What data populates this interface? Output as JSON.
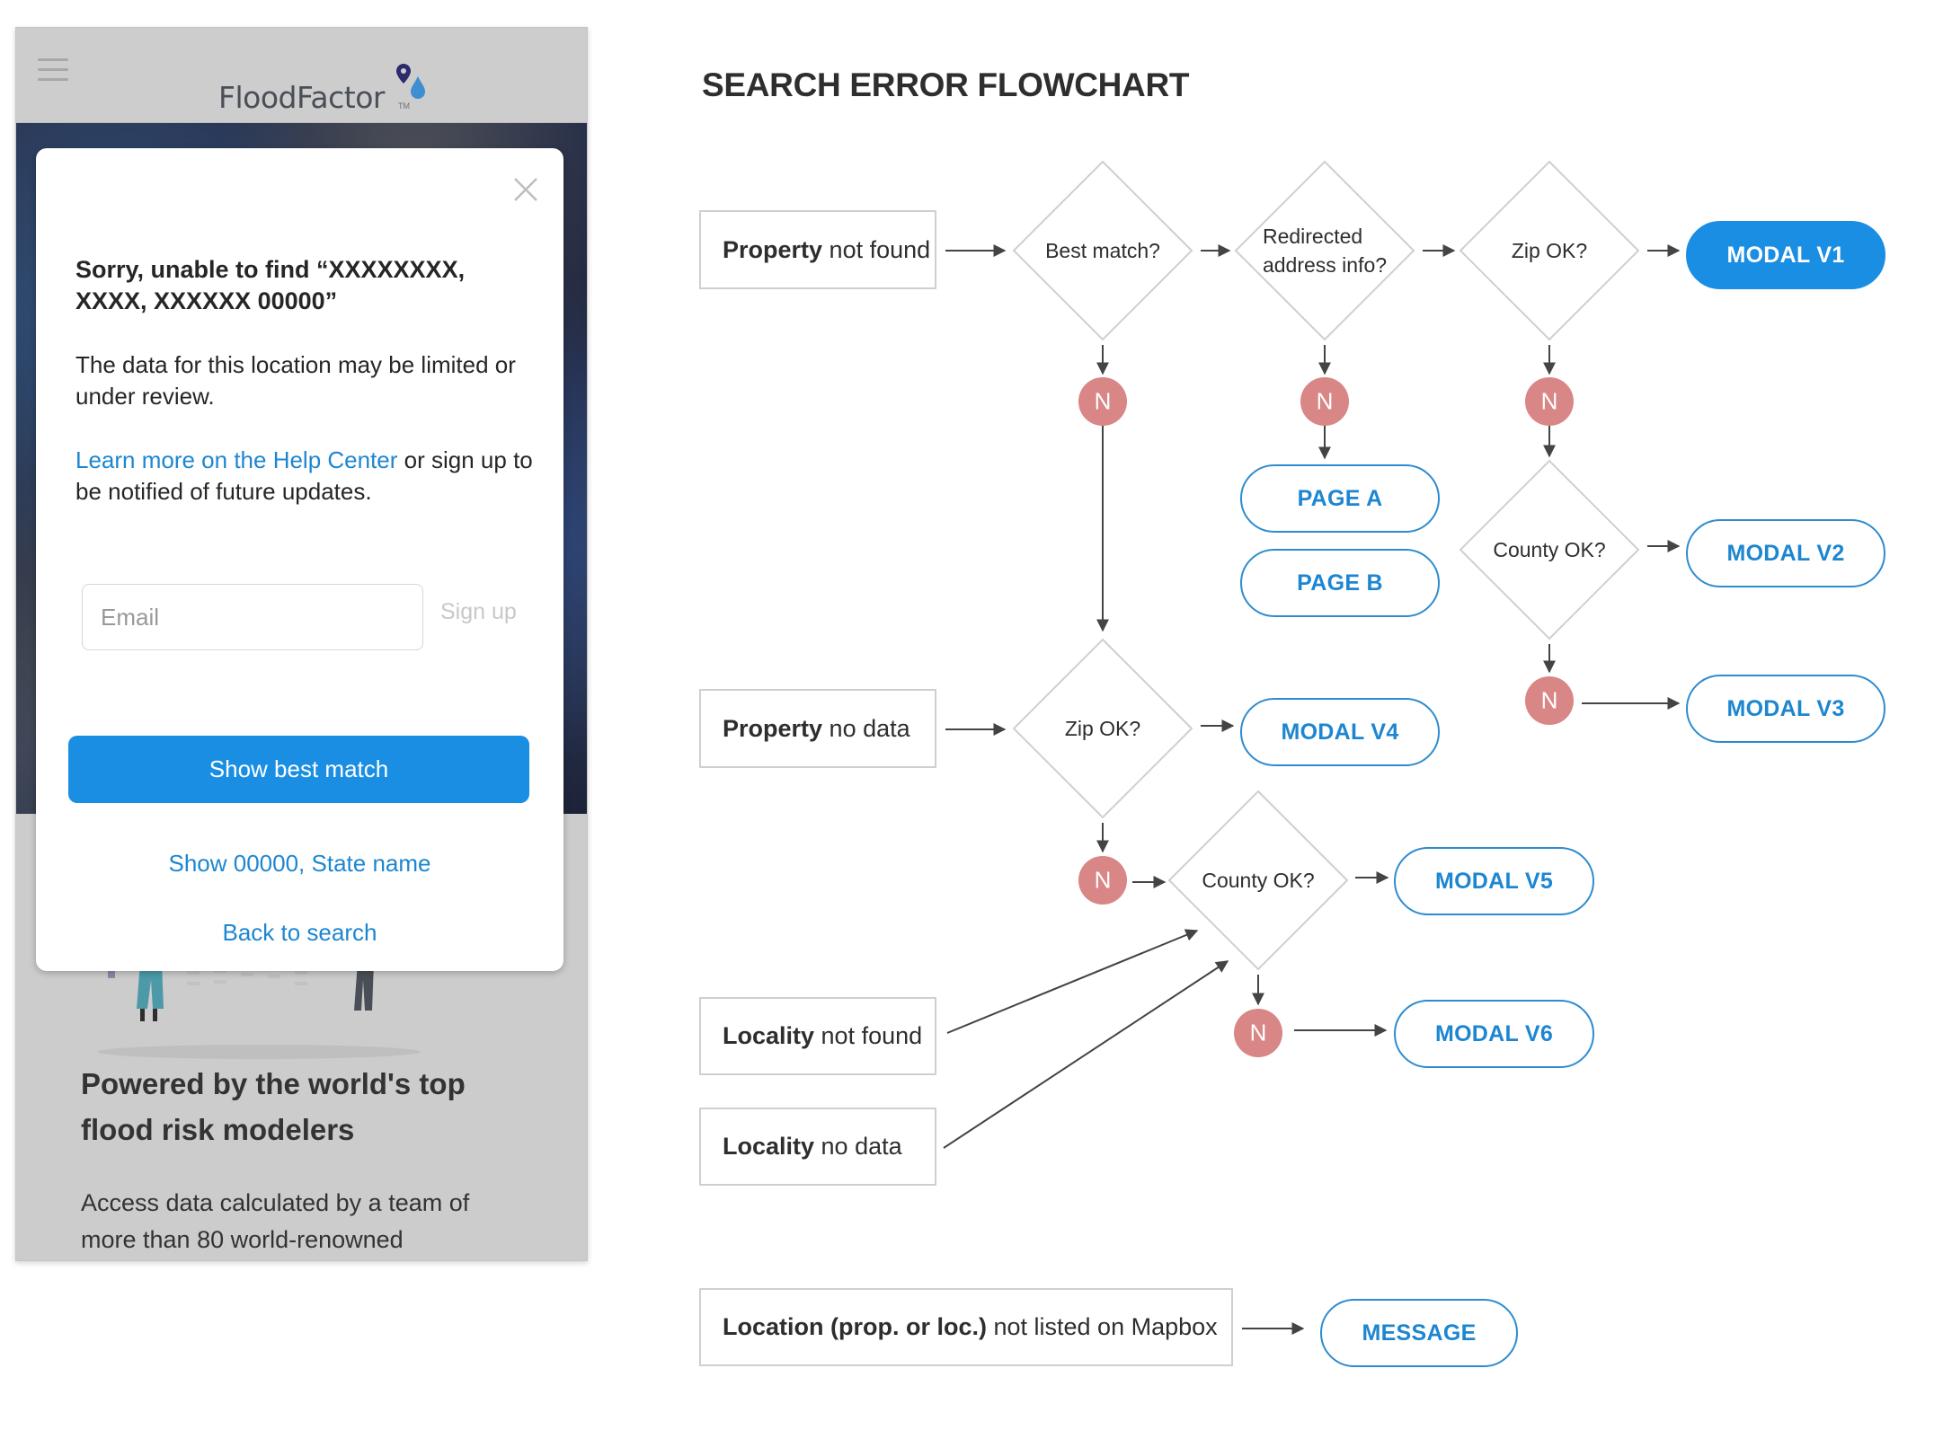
{
  "app": {
    "logo_text": "FloodFactor",
    "logo_tm": "TM",
    "colors": {
      "brand_blue": "#1a8ee3",
      "link_blue": "#1d86d1",
      "no_node": "#d98686",
      "logo_pin": "#2e2a6e",
      "logo_drop": "#3d8fd1"
    }
  },
  "modal": {
    "title": "Sorry, unable to find “XXXXXXXX, XXXX, XXXXXX 00000”",
    "message": "The data for this location may be limited or under review.",
    "help_link": "Learn more on the Help Center",
    "help_suffix": " or sign up to be notified of future updates.",
    "email_placeholder": "Email",
    "email_value": "",
    "signup_label": "Sign up",
    "primary_button": "Show best match",
    "secondary_link": "Show 00000, State name",
    "back_link": "Back to search"
  },
  "page_below": {
    "heading": "Powered by the world's top flood risk modelers",
    "body": "Access data calculated by a team of more than 80 world-renowned"
  },
  "flowchart": {
    "title": "SEARCH ERROR FLOWCHART",
    "start_nodes": {
      "property_not_found": {
        "bold": "Property",
        "rest": " not found"
      },
      "property_no_data": {
        "bold": "Property",
        "rest": " no data"
      },
      "locality_not_found": {
        "bold": "Locality",
        "rest": " not found"
      },
      "locality_no_data": {
        "bold": "Locality",
        "rest": " no data"
      },
      "location_not_listed": {
        "bold": "Location (prop. or loc.)",
        "rest": " not listed on Mapbox"
      }
    },
    "decisions": {
      "best_match": "Best match?",
      "redirected_line1": "Redirected",
      "redirected_line2": "address info?",
      "zip_ok_1": "Zip OK?",
      "county_ok_1": "County OK?",
      "zip_ok_2": "Zip OK?",
      "county_ok_2": "County OK?"
    },
    "no_label": "N",
    "outcomes": {
      "modal_v1": "MODAL V1",
      "modal_v2": "MODAL V2",
      "modal_v3": "MODAL V3",
      "modal_v4": "MODAL V4",
      "modal_v5": "MODAL V5",
      "modal_v6": "MODAL V6",
      "page_a": "PAGE A",
      "page_b": "PAGE B",
      "message": "MESSAGE"
    }
  }
}
